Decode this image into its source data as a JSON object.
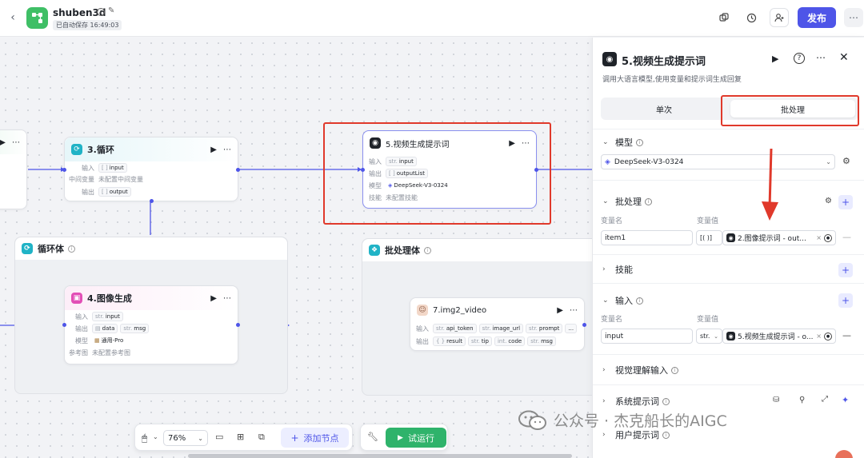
{
  "header": {
    "app_name": "shuben3d",
    "autosave": "已自动保存 16:49:03",
    "publish_label": "发布"
  },
  "nodes": {
    "loop": {
      "title": "3.循环",
      "rows": [
        {
          "label": "输入",
          "tags": [
            {
              "type": "[ ]",
              "name": "input"
            }
          ]
        },
        {
          "label": "中间变量",
          "text": "未配置中间变量"
        },
        {
          "label": "输出",
          "tags": [
            {
              "type": "[ ]",
              "name": "output"
            }
          ]
        }
      ]
    },
    "video_prompt": {
      "title": "5.视频生成提示词",
      "rows": [
        {
          "label": "输入",
          "tags": [
            {
              "type": "str.",
              "name": "input"
            }
          ]
        },
        {
          "label": "输出",
          "tags": [
            {
              "type": "[ ]",
              "name": "outputList"
            }
          ]
        },
        {
          "label": "模型",
          "tags": [
            {
              "type": "",
              "name": "DeepSeek-V3-0324"
            }
          ]
        },
        {
          "label": "技能",
          "text": "未配置技能"
        }
      ]
    },
    "loop_body": {
      "title": "循环体"
    },
    "image_gen": {
      "title": "4.图像生成",
      "rows": [
        {
          "label": "输入",
          "tags": [
            {
              "type": "str.",
              "name": "input"
            }
          ]
        },
        {
          "label": "输出",
          "tags": [
            {
              "type": "",
              "name": "data"
            },
            {
              "type": "str.",
              "name": "msg"
            }
          ]
        },
        {
          "label": "模型",
          "tags": [
            {
              "type": "",
              "name": "通用-Pro"
            }
          ]
        },
        {
          "label": "参考图",
          "text": "未配置参考图"
        }
      ]
    },
    "batch_body": {
      "title": "批处理体"
    },
    "img2video": {
      "title": "7.img2_video",
      "rows": [
        {
          "label": "输入",
          "tags": [
            {
              "type": "str.",
              "name": "api_token"
            },
            {
              "type": "str.",
              "name": "image_url"
            },
            {
              "type": "str.",
              "name": "prompt"
            },
            {
              "type": "",
              "name": "..."
            }
          ]
        },
        {
          "label": "输出",
          "tags": [
            {
              "type": "{ }",
              "name": "result"
            },
            {
              "type": "str.",
              "name": "tip"
            },
            {
              "type": "int.",
              "name": "code"
            },
            {
              "type": "str.",
              "name": "msg"
            }
          ]
        }
      ]
    }
  },
  "panel": {
    "title": "5.视频生成提示词",
    "subtitle": "调用大语言模型,使用变量和提示词生成回复",
    "tabs": [
      "单次",
      "批处理"
    ],
    "active_tab": "批处理",
    "model_section": "模型",
    "model_value": "DeepSeek-V3-0324",
    "batch_section": "批处理",
    "var_name_header": "变量名",
    "var_value_header": "变量值",
    "batch_var_name": "item1",
    "batch_var_type": "[( )]",
    "batch_var_ref": "2.图像提示词 - out...",
    "skills_section": "技能",
    "input_section": "输入",
    "input_var_name": "input",
    "input_var_type": "str.",
    "input_var_ref": "5.视频生成提示词 - o...",
    "vision_section": "视觉理解输入",
    "system_prompt_section": "系统提示词",
    "user_prompt_section": "用户提示词"
  },
  "toolbar": {
    "zoom": "76%",
    "add_node_label": "添加节点",
    "run_label": "试运行"
  },
  "watermark": "公众号 · 杰克船长的AIGC",
  "colors": {
    "accent": "#4e55e8",
    "run_green": "#2fb36b",
    "highlight_red": "#e0392b"
  }
}
